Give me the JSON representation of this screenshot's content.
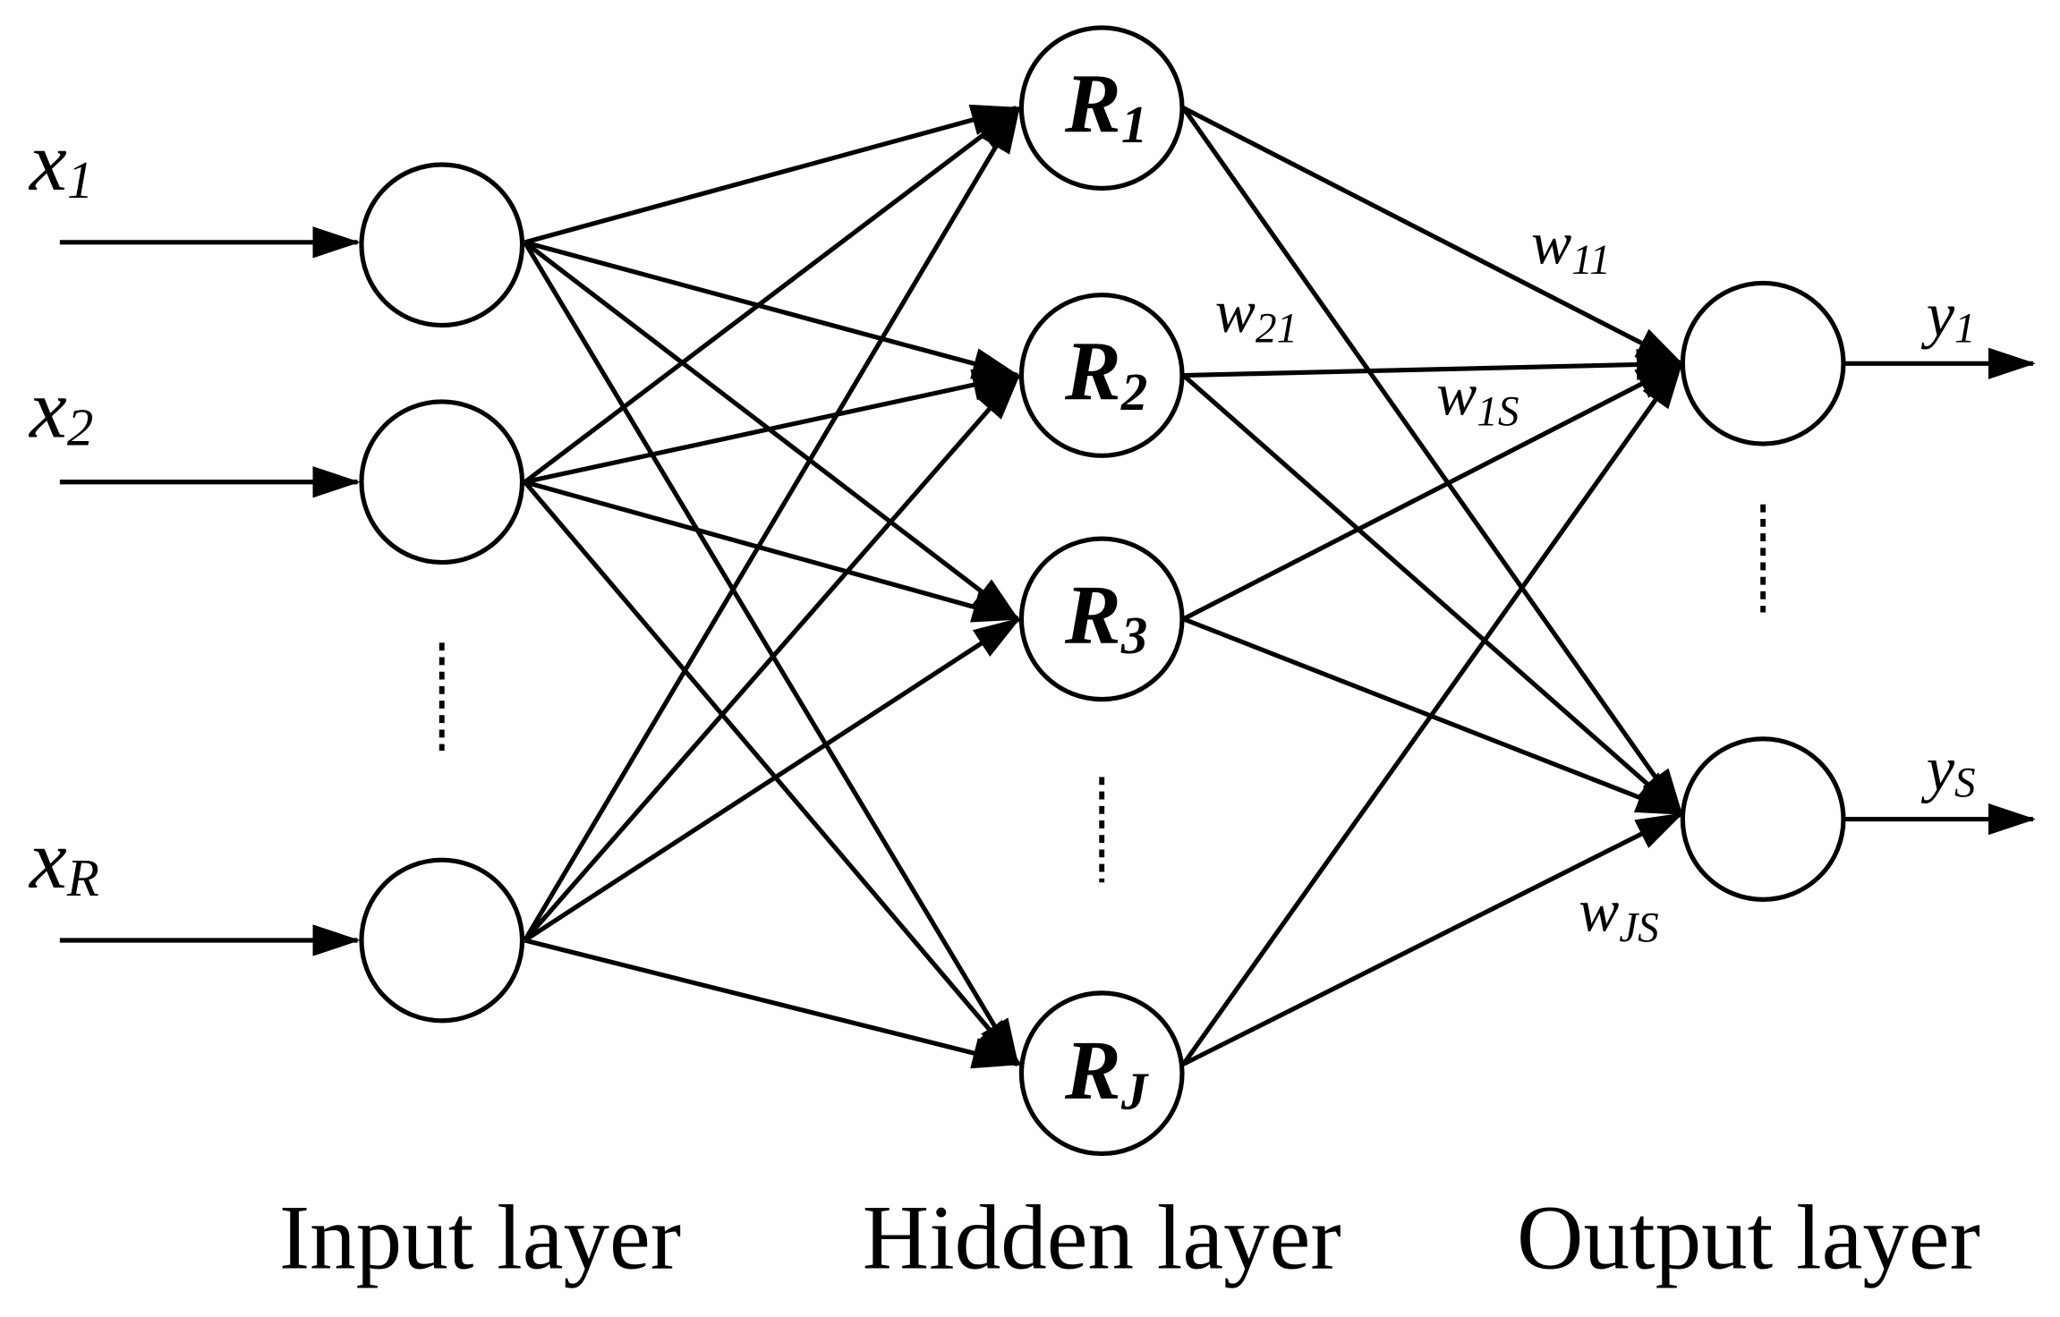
{
  "colors": {
    "stroke": "#000000",
    "background": "#ffffff"
  },
  "inputs": [
    {
      "var": "x",
      "sub": "1"
    },
    {
      "var": "x",
      "sub": "2"
    },
    {
      "var": "x",
      "sub": "R"
    }
  ],
  "hidden": [
    {
      "var": "R",
      "sub": "1"
    },
    {
      "var": "R",
      "sub": "2"
    },
    {
      "var": "R",
      "sub": "3"
    },
    {
      "var": "R",
      "sub": "J"
    }
  ],
  "outputs": [
    {
      "var": "y",
      "sub": "1"
    },
    {
      "var": "y",
      "sub": "S"
    }
  ],
  "weights": [
    {
      "var": "w",
      "sub": "11"
    },
    {
      "var": "w",
      "sub": "21"
    },
    {
      "var": "w",
      "sub": "1S"
    },
    {
      "var": "w",
      "sub": "JS"
    }
  ],
  "layers": {
    "input": "Input layer",
    "hidden": "Hidden layer",
    "output": "Output layer"
  }
}
